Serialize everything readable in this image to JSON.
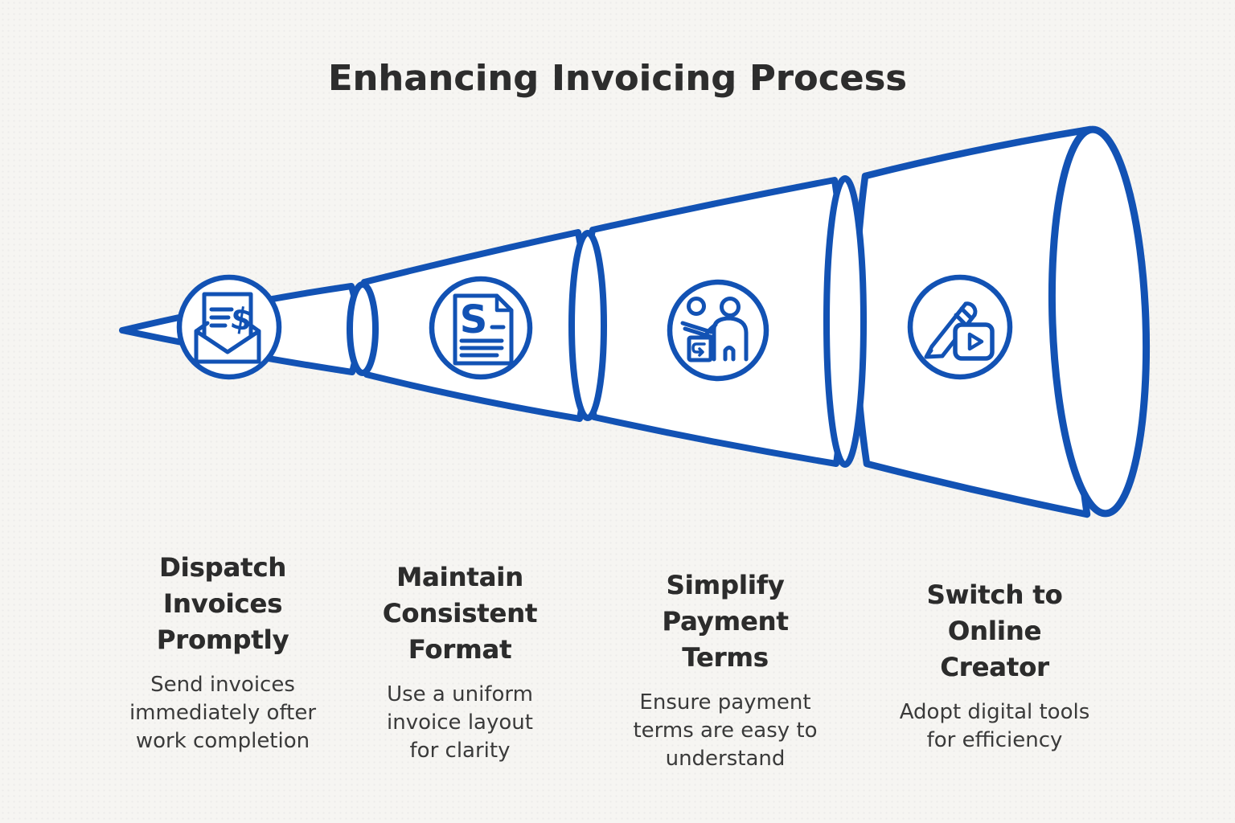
{
  "title": "Enhancing Invoicing Process",
  "colors": {
    "background": "#f6f5f2",
    "funnel_stroke": "#1252b4",
    "shape_fill": "#ffffff",
    "title_text": "#2d2d2d",
    "heading_text": "#2c2c2c",
    "body_text": "#3a3a3a"
  },
  "funnel": {
    "stages": [
      {
        "icon": "invoice-email-icon",
        "icon_glyph": "$",
        "heading": [
          "Dispatch",
          "Invoices",
          "Promptly"
        ],
        "description": [
          "Send invoices",
          "immediately ofter",
          "work completion"
        ]
      },
      {
        "icon": "invoice-document-icon",
        "icon_glyph": "S",
        "heading": [
          "Maintain",
          "Consistent",
          "Format"
        ],
        "description": [
          "Use a uniform",
          "invoice layout",
          "for clarity"
        ]
      },
      {
        "icon": "payment-handover-icon",
        "heading": [
          "Simplify",
          "Payment",
          "Terms"
        ],
        "description": [
          "Ensure payment",
          "terms are easy to",
          "understand"
        ]
      },
      {
        "icon": "pencil-play-icon",
        "heading": [
          "Switch to",
          "Online",
          "Creator"
        ],
        "description": [
          "Adopt digital tools",
          "for efficiency"
        ]
      }
    ]
  }
}
